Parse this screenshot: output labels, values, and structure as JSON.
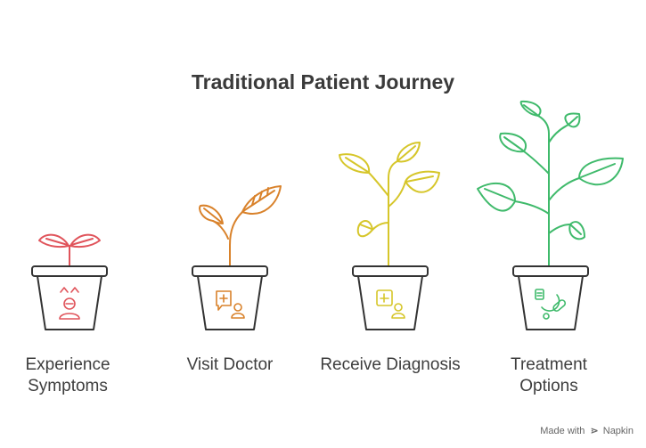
{
  "title": "Traditional Patient Journey",
  "stages": [
    {
      "lines": [
        "Experience",
        "Symptoms"
      ],
      "color": "#e0545b",
      "icon": "symptoms-person-icon"
    },
    {
      "lines": [
        "Visit Doctor"
      ],
      "color": "#d9822b",
      "icon": "doctor-chat-icon"
    },
    {
      "lines": [
        "Receive Diagnosis"
      ],
      "color": "#d6c62a",
      "icon": "diagnosis-person-icon"
    },
    {
      "lines": [
        "Treatment",
        "Options"
      ],
      "color": "#3fba6b",
      "icon": "treatment-pills-icon"
    }
  ],
  "footer": {
    "prefix": "Made with",
    "brand": "Napkin"
  }
}
